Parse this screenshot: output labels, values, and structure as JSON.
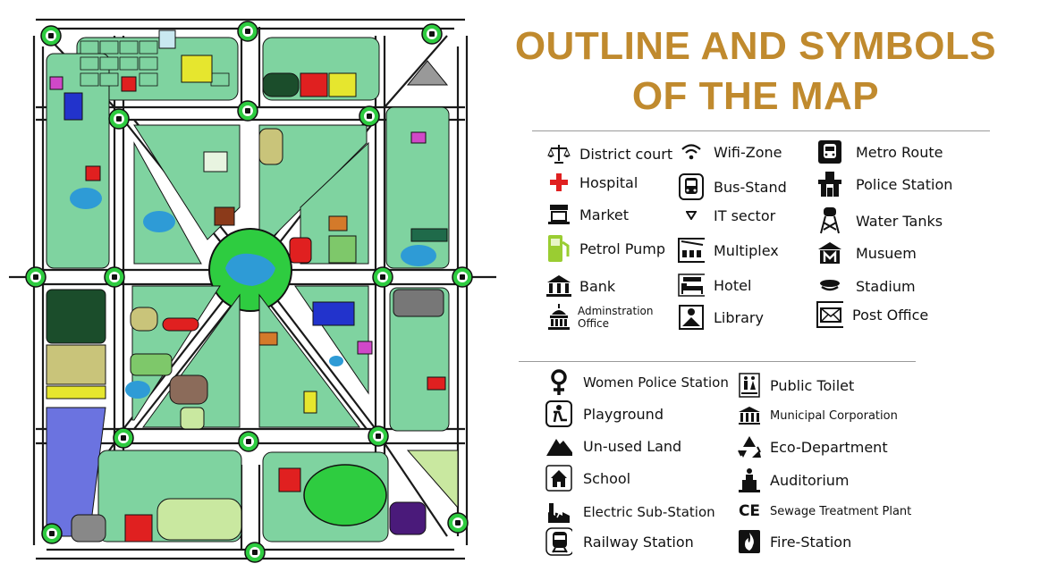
{
  "legend": {
    "title_line1": "OUTLINE AND SYMBOLS",
    "title_line2": "OF THE  MAP",
    "col1": [
      {
        "icon": "scales-icon",
        "label": "District court"
      },
      {
        "icon": "red-cross-icon",
        "label": "Hospital"
      },
      {
        "icon": "market-icon",
        "label": "Market"
      },
      {
        "icon": "fuel-pump-icon",
        "label": "Petrol Pump"
      },
      {
        "icon": "bank-icon",
        "label": "Bank"
      },
      {
        "icon": "capitol-icon",
        "label": "Adminstration",
        "label2": "Office"
      }
    ],
    "col2": [
      {
        "icon": "wifi-icon",
        "label": "Wifi-Zone"
      },
      {
        "icon": "bus-icon",
        "label": "Bus-Stand"
      },
      {
        "icon": "it-sector-icon",
        "label": "IT sector"
      },
      {
        "icon": "cinema-icon",
        "label": "Multiplex"
      },
      {
        "icon": "hotel-bed-icon",
        "label": "Hotel"
      },
      {
        "icon": "reader-icon",
        "label": "Library"
      }
    ],
    "col3": [
      {
        "icon": "metro-train-icon",
        "label": "Metro Route"
      },
      {
        "icon": "police-icon",
        "label": "Police Station"
      },
      {
        "icon": "water-tower-icon",
        "label": "Water Tanks"
      },
      {
        "icon": "museum-icon",
        "label": "Musuem"
      },
      {
        "icon": "stadium-icon",
        "label": "Stadium"
      },
      {
        "icon": "envelope-icon",
        "label": "Post Office"
      }
    ],
    "col4": [
      {
        "icon": "female-symbol-icon",
        "label": "Women Police Station"
      },
      {
        "icon": "playground-icon",
        "label": "Playground"
      },
      {
        "icon": "mountain-icon",
        "label": "Un-used Land"
      },
      {
        "icon": "school-icon",
        "label": "School"
      },
      {
        "icon": "factory-icon",
        "label": "Electric Sub-Station"
      },
      {
        "icon": "railway-icon",
        "label": "Railway Station"
      }
    ],
    "col5": [
      {
        "icon": "toilet-icon",
        "label": "Public Toilet"
      },
      {
        "icon": "municipal-icon",
        "label": "Municipal Corporation"
      },
      {
        "icon": "recycle-icon",
        "label": "Eco-Department"
      },
      {
        "icon": "podium-icon",
        "label": "Auditorium"
      },
      {
        "icon": "ce-mark-icon",
        "ce": "CE",
        "label": "Sewage Treatment Plant"
      },
      {
        "icon": "fire-icon",
        "label": "Fire-Station"
      }
    ]
  },
  "colors": {
    "title": "#c08a2e",
    "block_fill": "#7fd3a0",
    "road": "#1a1a1a",
    "roundabout": "#2ecc40",
    "water": "#2e9bd6",
    "school_fill": "#c9c47a",
    "purple_block": "#6b73e0"
  }
}
